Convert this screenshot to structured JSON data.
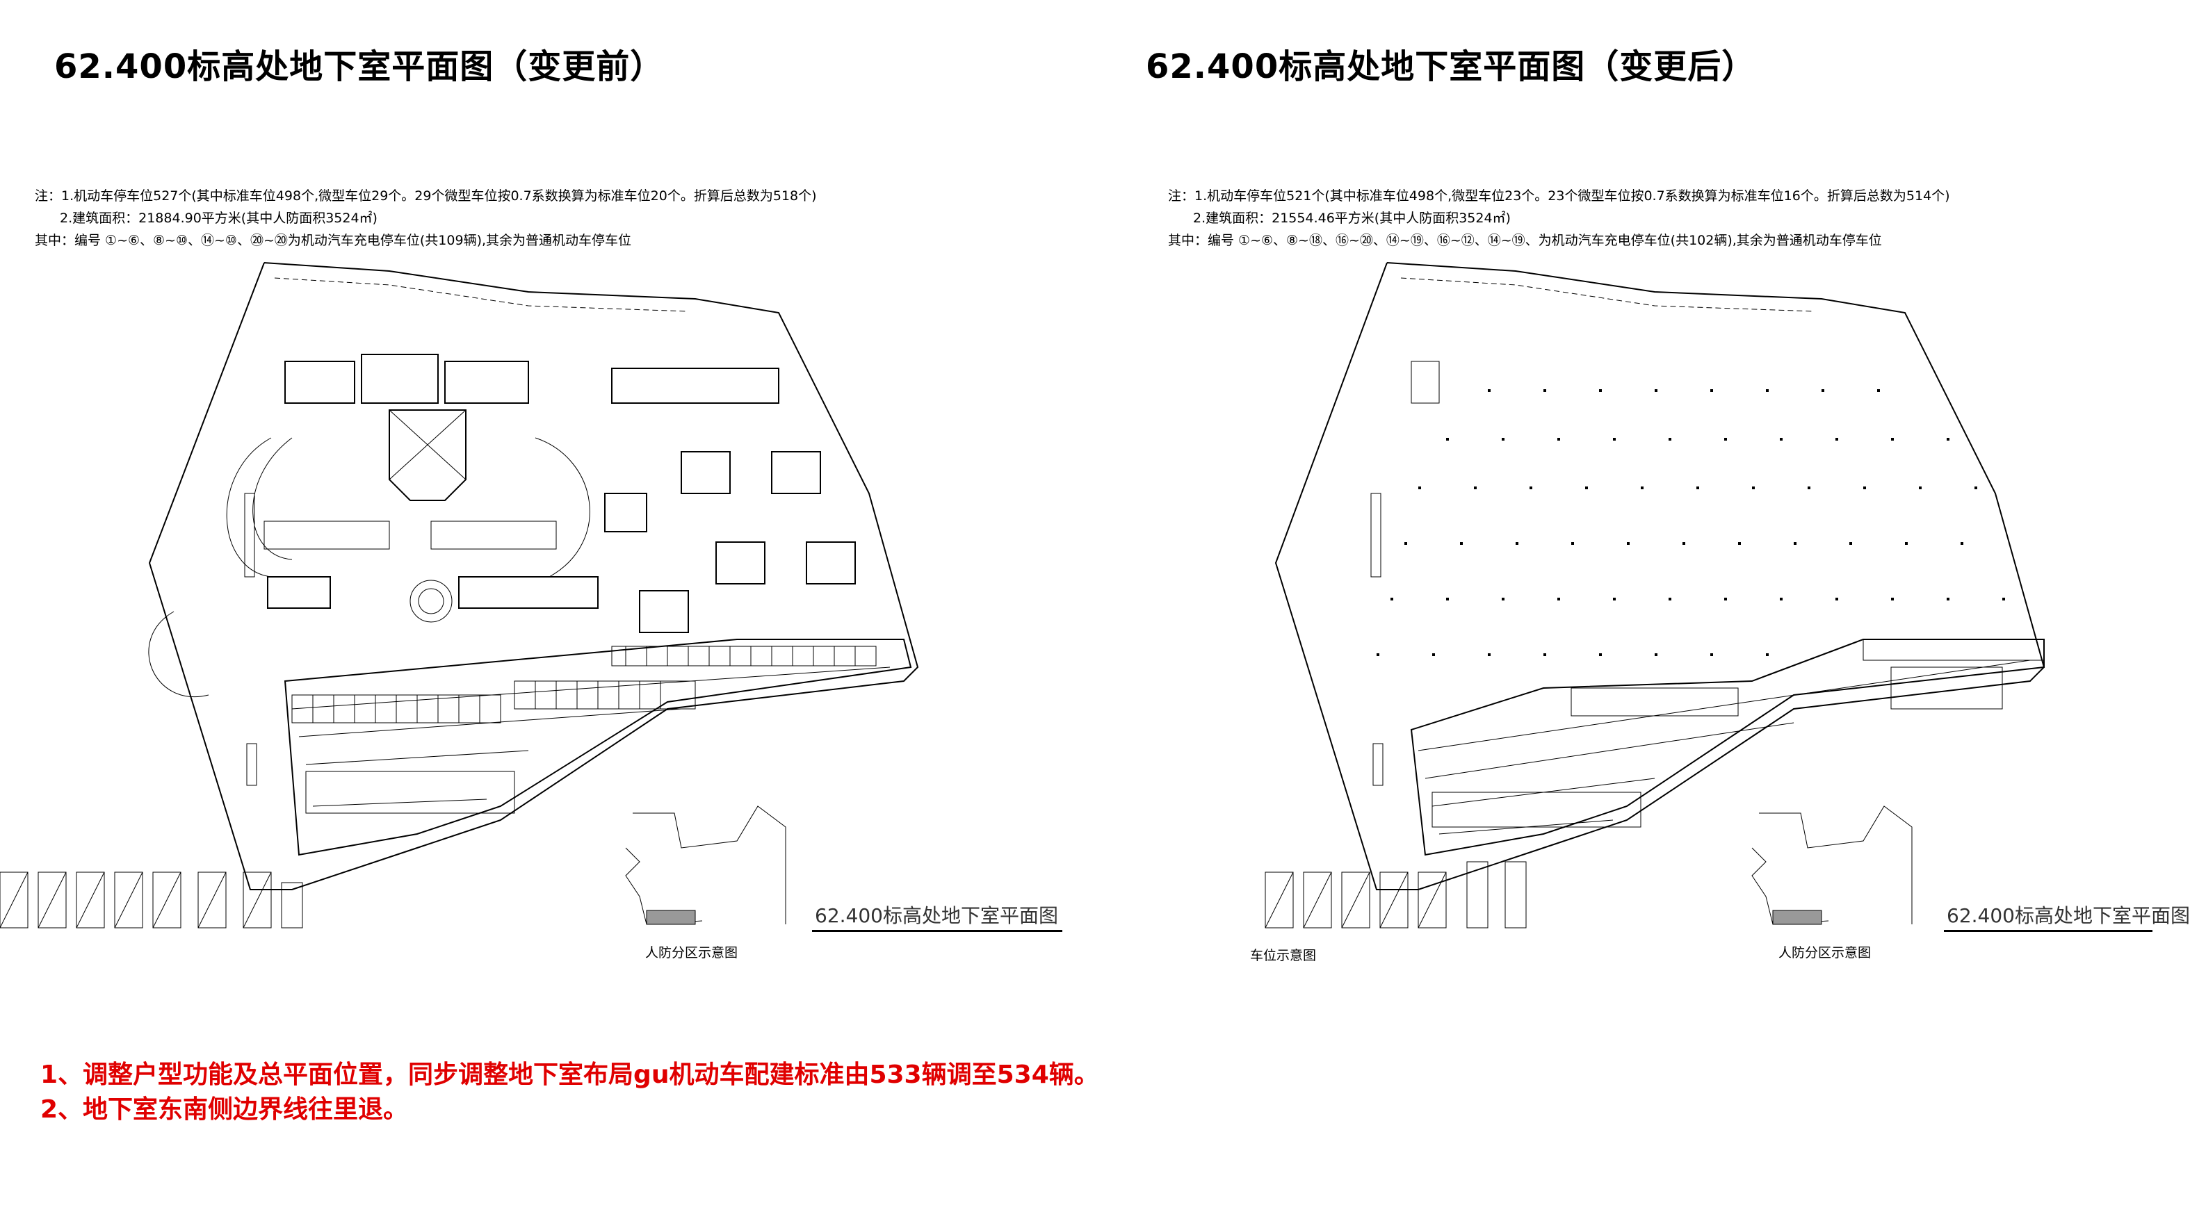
{
  "left": {
    "title": "62.400标高处地下室平面图（变更前）",
    "notes": [
      "注：1.机动车停车位527个(其中标准车位498个,微型车位29个。29个微型车位按0.7系数换算为标准车位20个。折算后总数为518个)",
      "2.建筑面积：21884.90平方米(其中人防面积3524㎡)",
      "其中：编号 ①~⑥、⑧~⑩、⑭~⑩、⑳~⑳为机动汽车充电停车位(共109辆),其余为普通机动车停车位"
    ],
    "plan_label": "62.400标高处地下室平面图",
    "civil_defense_caption": "人防分区示意图"
  },
  "right": {
    "title": "62.400标高处地下室平面图（变更后）",
    "notes": [
      "注：1.机动车停车位521个(其中标准车位498个,微型车位23个。23个微型车位按0.7系数换算为标准车位16个。折算后总数为514个)",
      "2.建筑面积：21554.46平方米(其中人防面积3524㎡)",
      "其中：编号 ①~⑥、⑧~⑱、⑯~⑳、⑭~⑲、⑯~⑫、⑭~⑲、为机动汽车充电停车位(共102辆),其余为普通机动车停车位"
    ],
    "plan_label": "62.400标高处地下室平面图",
    "parking_caption": "车位示意图",
    "civil_defense_caption": "人防分区示意图"
  },
  "summary": [
    "1、调整户型功能及总平面位置，同步调整地下室布局gu机动车配建标准由533辆调至534辆。",
    "2、地下室东南侧边界线往里退。"
  ],
  "colors": {
    "summary_text": "#e00000",
    "line": "#000000"
  }
}
